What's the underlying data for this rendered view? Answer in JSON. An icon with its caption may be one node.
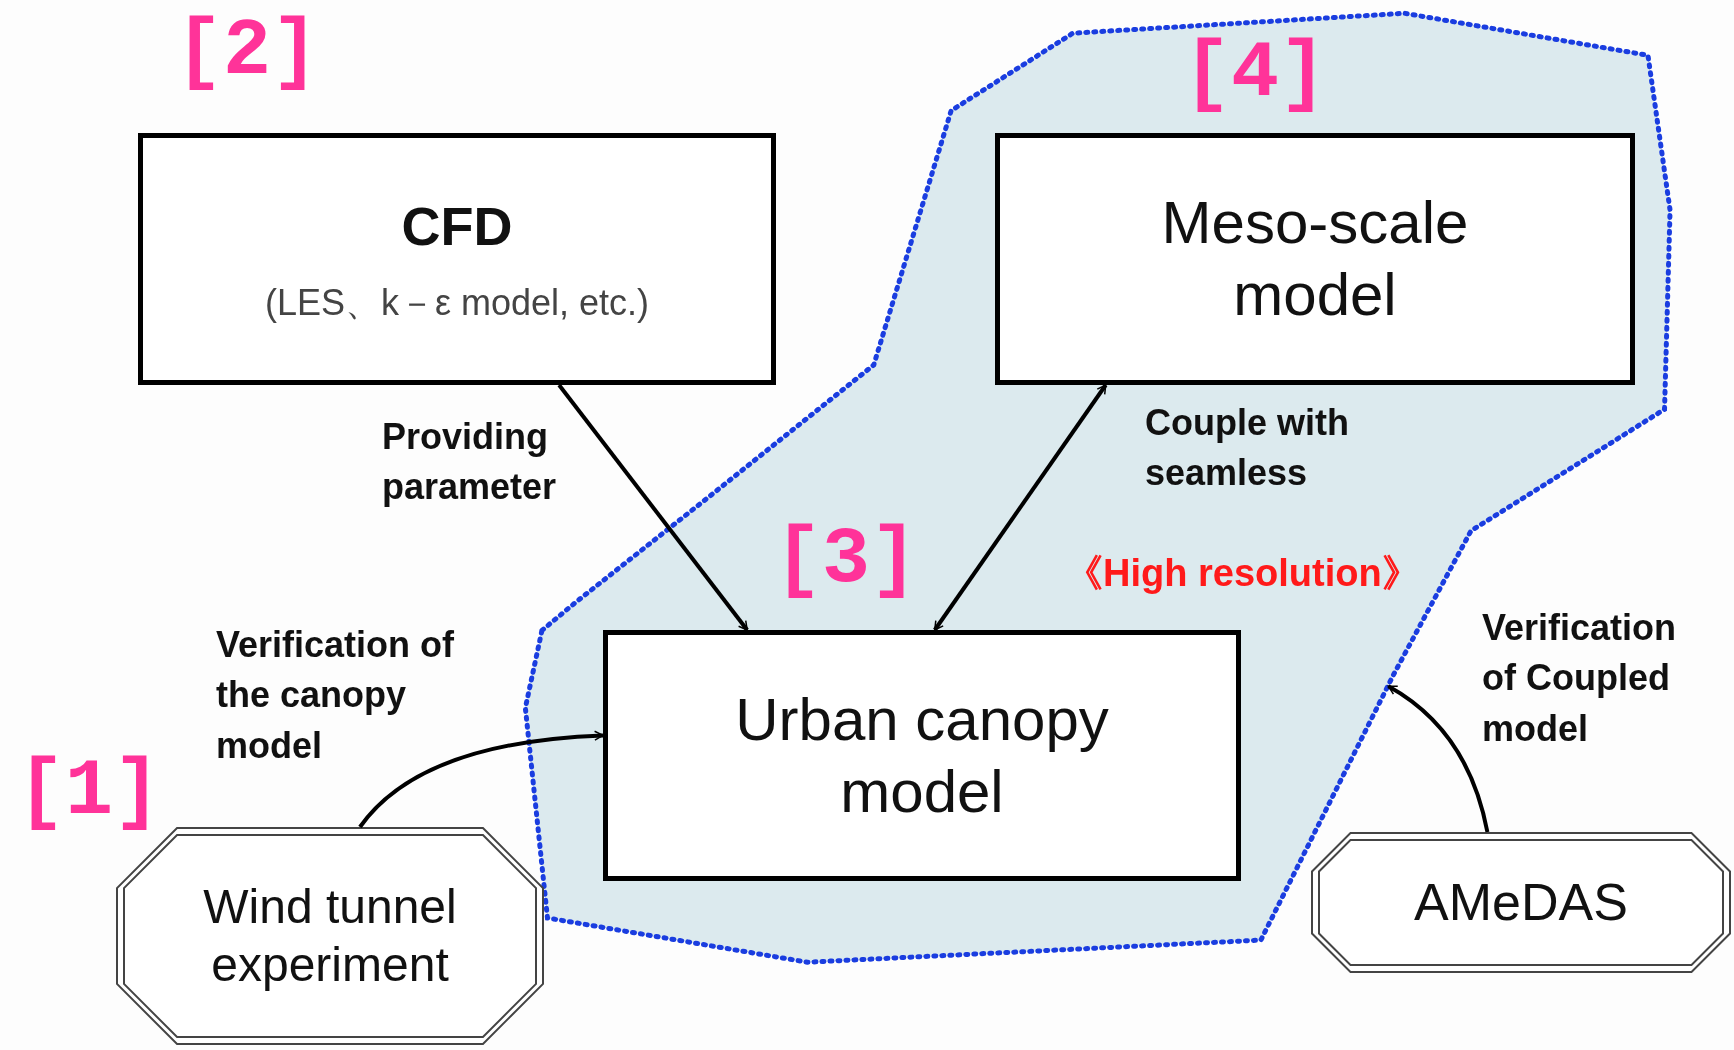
{
  "diagram": {
    "nodes": [
      {
        "text": [
          "CFD",
          "(LES、k－ε model, etc.)"
        ],
        "beside": [
          "[2]"
        ]
      },
      {
        "text": [
          "《High resolution》"
        ]
      },
      {
        "text": [
          "Meso-scale model"
        ],
        "in": 1,
        "beside": [
          "[4]"
        ]
      },
      {
        "text": [
          "Urban canopy model"
        ],
        "in": 1,
        "beside": [
          "[3]"
        ]
      },
      {
        "text": [
          "Wind tunnel experiment"
        ],
        "beside": [
          "[1]"
        ]
      },
      {
        "text": [
          "AMeDAS"
        ]
      }
    ],
    "edges": [
      {
        "from": 0,
        "to": 3,
        "arrow": "to",
        "label": "Providing parameter"
      },
      {
        "from": 2,
        "to": 3,
        "arrow": "both",
        "label": "Couple with seamless"
      },
      {
        "from": 4,
        "to": 3,
        "arrow": "to",
        "label": "Verification of the canopy model"
      },
      {
        "from": 5,
        "to": 1,
        "arrow": "to",
        "label": "Verification of Coupled model"
      }
    ]
  }
}
